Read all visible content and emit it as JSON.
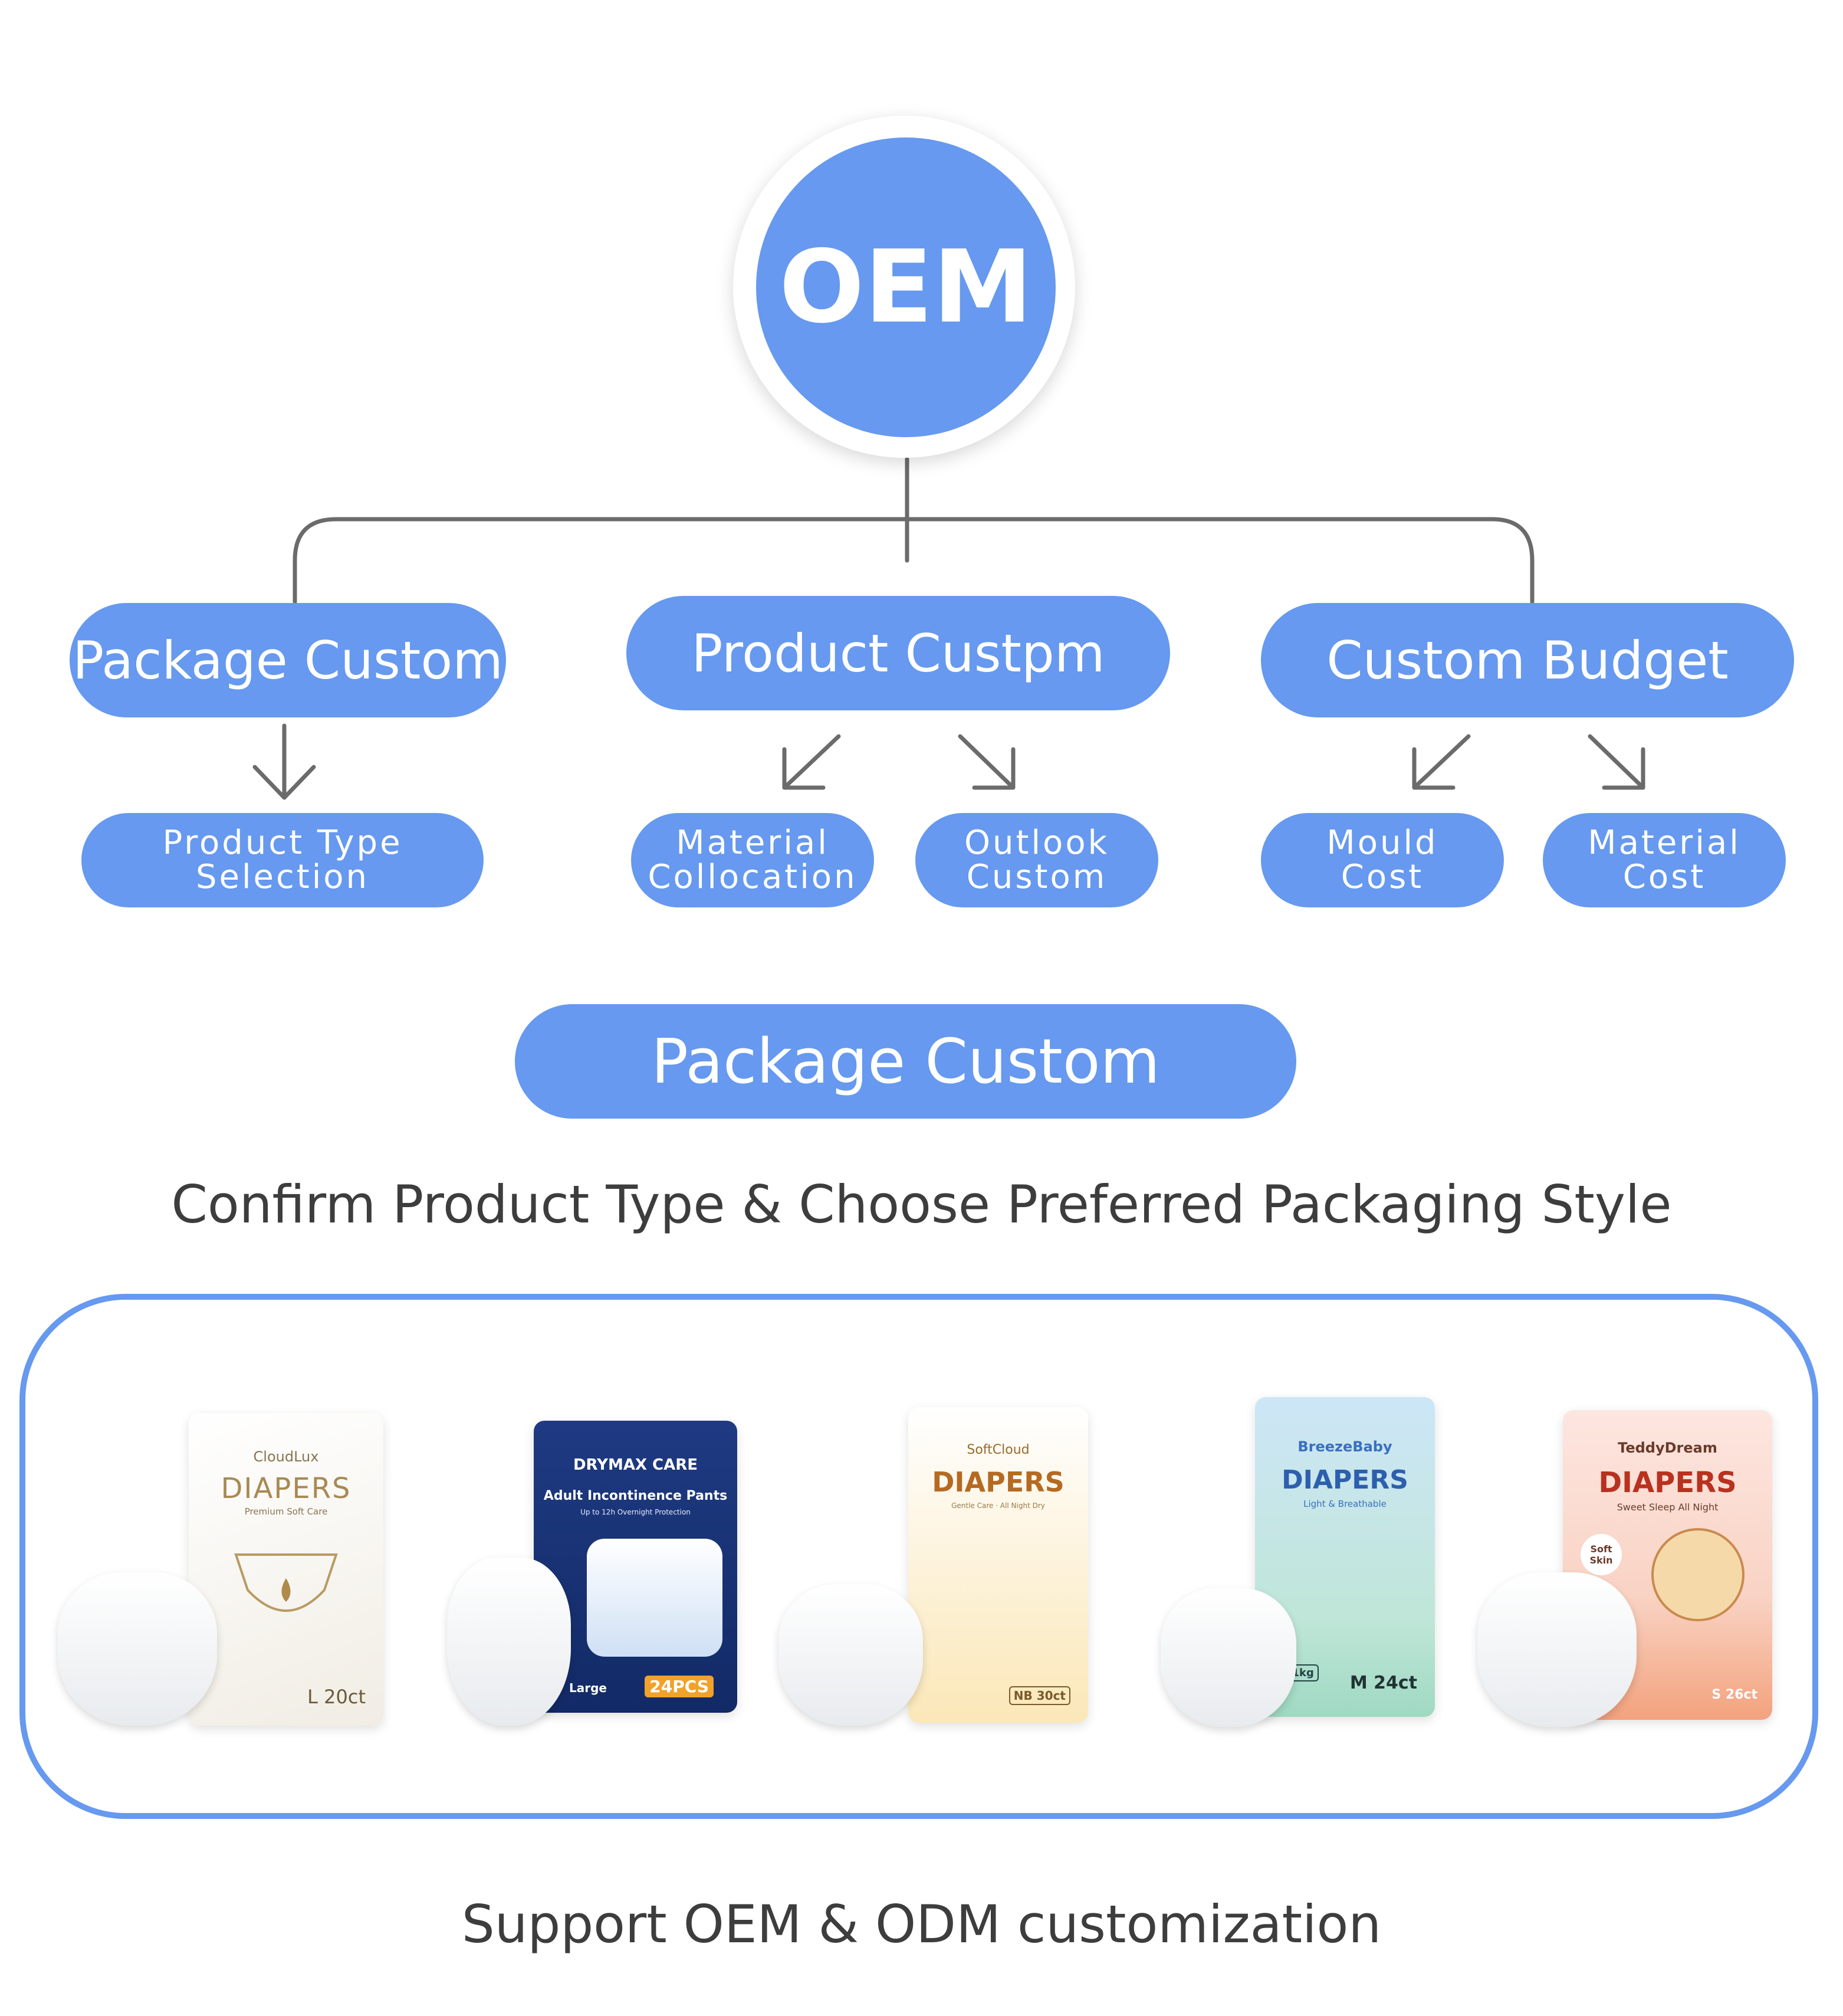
{
  "root": {
    "label": "OEM"
  },
  "branches": [
    {
      "label": "Package Custom",
      "children": [
        "Product Type\nSelection"
      ]
    },
    {
      "label": "Product Custpm",
      "children": [
        "Material\nCollocation",
        "Outlook\nCustom"
      ]
    },
    {
      "label": "Custom Budget",
      "children": [
        "Mould\nCost",
        "Material\nCost"
      ]
    }
  ],
  "section": {
    "button_label": "Package Custom",
    "caption": "Confirm Product Type & Choose Preferred Packaging Style"
  },
  "products": [
    {
      "brand": "CloudLux",
      "title": "DIAPERS",
      "subtitle": "Premium Soft Care",
      "size": "L 20ct"
    },
    {
      "brand": "DRYMAX CARE",
      "title": "Adult Incontinence Pants",
      "subtitle": "Up to 12h Overnight Protection",
      "size": "24PCS",
      "tag": "Large"
    },
    {
      "brand": "SoftCloud",
      "title": "DIAPERS",
      "subtitle": "Gentle Care · All Night Dry",
      "size": "NB 30ct"
    },
    {
      "brand": "BreezeBaby",
      "title": "DIAPERS",
      "subtitle": "Light & Breathable",
      "size": "M 24ct",
      "tag": "6-11kg"
    },
    {
      "brand": "TeddyDream",
      "title": "DIAPERS",
      "subtitle": "Sweet Sleep All Night",
      "size": "S 26ct",
      "tag": "Soft Skin"
    }
  ],
  "footer": {
    "caption": "Support OEM & ODM customization"
  },
  "colors": {
    "accent": "#6699ef",
    "line": "#666666",
    "text": "#3d3d3d"
  }
}
